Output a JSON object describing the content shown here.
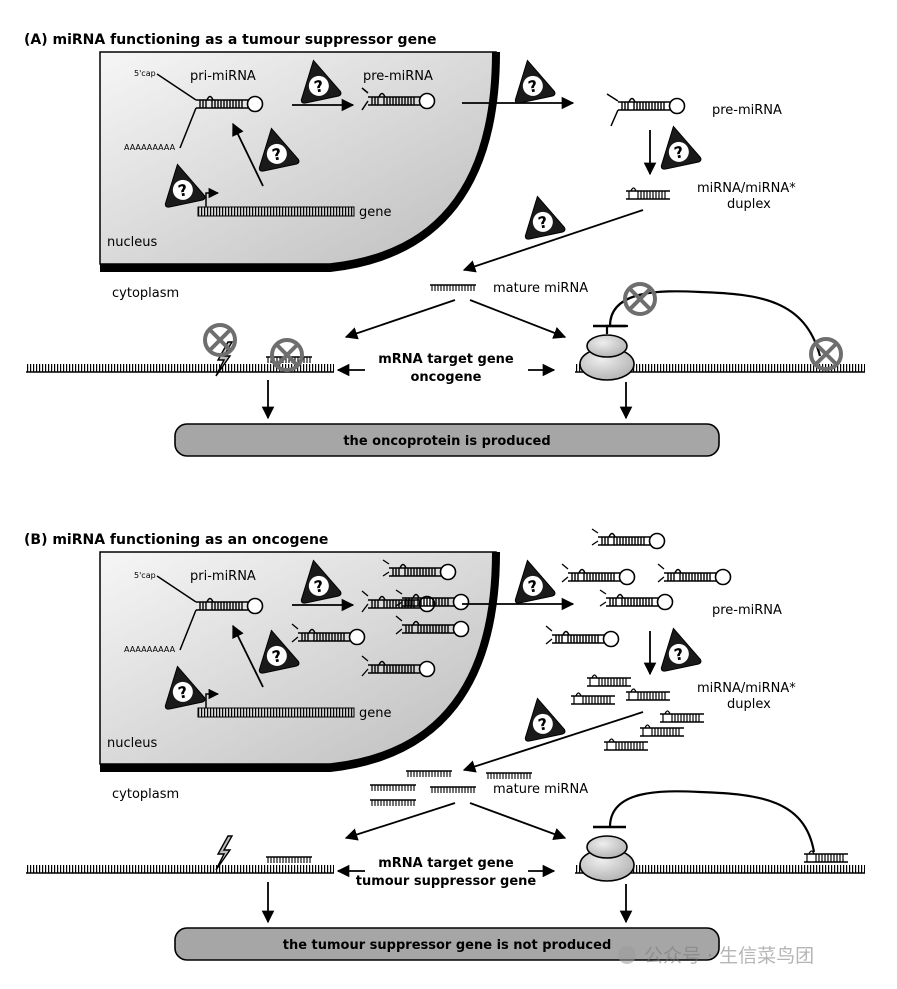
{
  "panel_a": {
    "title": "(A) miRNA functioning as a tumour suppressor gene",
    "cap_label": "5'cap",
    "poly_a_label": "AAAAAAAAA",
    "pri_label": "pri-miRNA",
    "pre_label_nucleus": "pre-miRNA",
    "gene_label": "gene",
    "nucleus_label": "nucleus",
    "cytoplasm_label": "cytoplasm",
    "pre_label_cyto": "pre-miRNA",
    "duplex_label_1": "miRNA/miRNA*",
    "duplex_label_2": "duplex",
    "mature_label": "mature miRNA",
    "target_label_1": "mRNA target gene",
    "target_label_2": "oncogene",
    "result_label": "the oncoprotein is produced"
  },
  "panel_b": {
    "title": "(B) miRNA functioning as an oncogene",
    "cap_label": "5'cap",
    "poly_a_label": "AAAAAAAAA",
    "pri_label": "pri-miRNA",
    "gene_label": "gene",
    "nucleus_label": "nucleus",
    "cytoplasm_label": "cytoplasm",
    "pre_label_cyto": "pre-miRNA",
    "duplex_label_1": "miRNA/miRNA*",
    "duplex_label_2": "duplex",
    "mature_label": "mature miRNA",
    "target_label_1": "mRNA target gene",
    "target_label_2": "tumour suppressor gene",
    "result_label": "the tumour suppressor gene is not produced"
  },
  "question_mark": "?",
  "watermark": "公众号 · 生信菜鸟团",
  "colors": {
    "nucleus_fill_dark": "#c8c8c8",
    "nucleus_fill_light": "#f4f4f4",
    "result_bar": "#a6a6a6",
    "inhibit_symbol": "#6e6e6e",
    "ribosome": "#c9c9c9",
    "warning_badge": "#1a1a1a"
  }
}
